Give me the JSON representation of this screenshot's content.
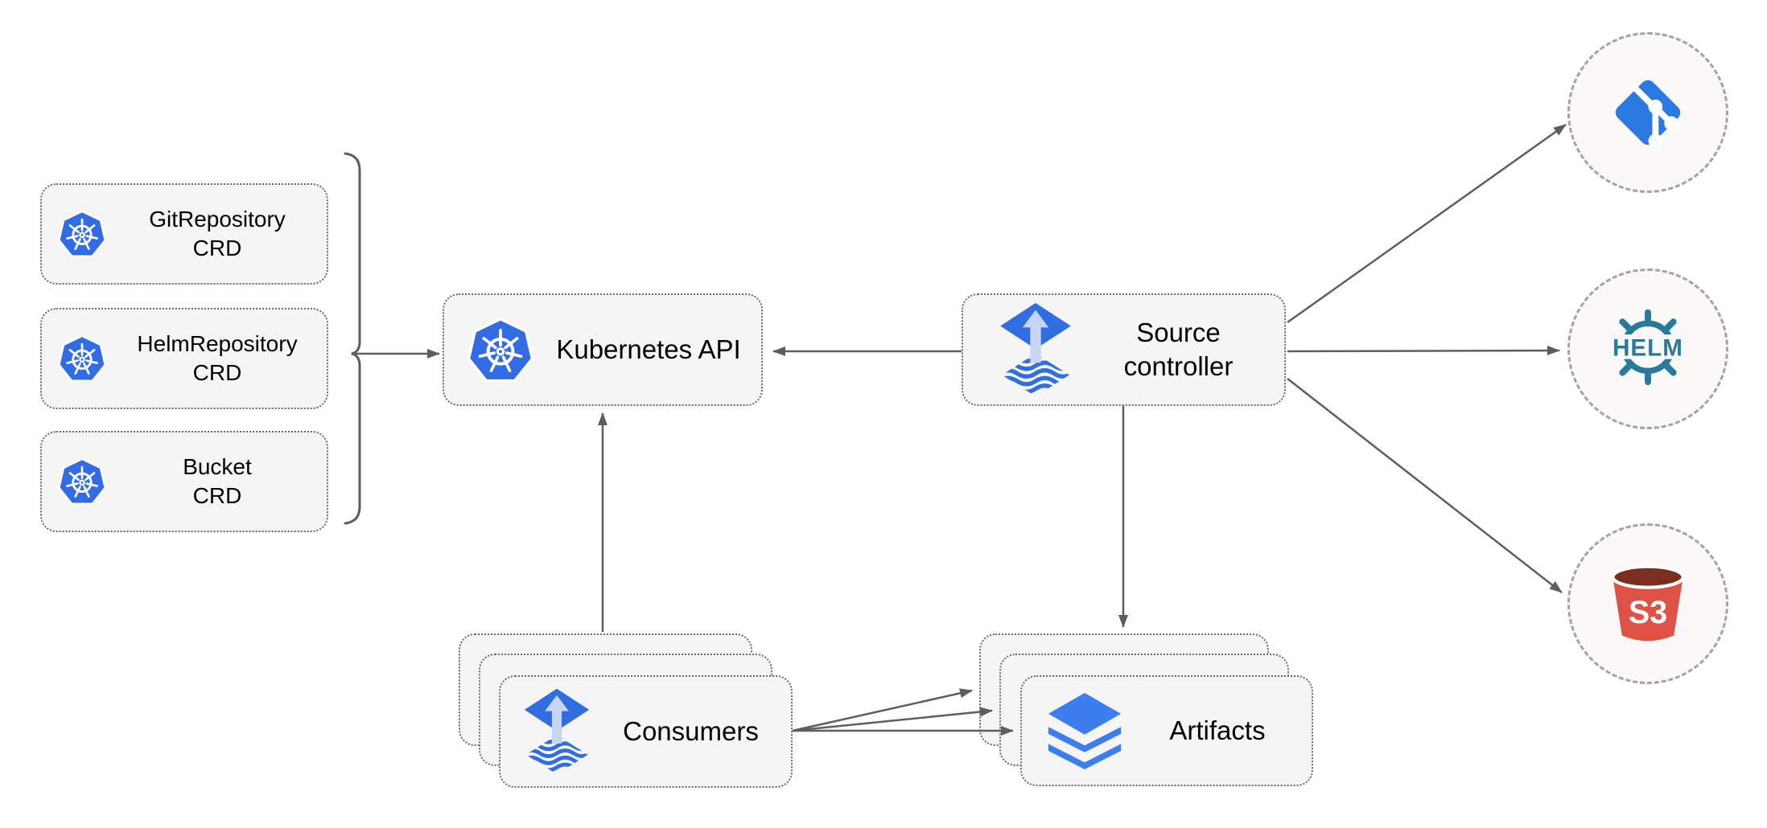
{
  "colors": {
    "k8s": "#326CE5",
    "flux": "#2f6de0",
    "flux_arrow": "#c7d4f2",
    "git": "#2a7ae2",
    "helm": "#277a9b",
    "s3": "#dd5244",
    "s3dark": "#7b2d20",
    "layers": "#3c7ef0",
    "line": "#5e5e5e",
    "box_fill": "#f5f5f5",
    "box_border": "#6a6a6a",
    "circle_fill": "#faf9f7",
    "circle_border": "#a3a3a3",
    "text": "#000000"
  },
  "nodes": {
    "crds": [
      {
        "line1": "GitRepository",
        "line2": "CRD"
      },
      {
        "line1": "HelmRepository",
        "line2": "CRD"
      },
      {
        "line1": "Bucket",
        "line2": "CRD"
      }
    ],
    "kubernetes_api": {
      "label": "Kubernetes API"
    },
    "source_controller": {
      "line1": "Source",
      "line2": "controller"
    },
    "consumers": {
      "label": "Consumers"
    },
    "artifacts": {
      "label": "Artifacts"
    },
    "externals": {
      "git": {
        "icon": "git-icon"
      },
      "helm": {
        "icon": "helm-icon",
        "text": "HELM"
      },
      "s3": {
        "icon": "s3-bucket-icon",
        "text": "S3"
      }
    }
  }
}
